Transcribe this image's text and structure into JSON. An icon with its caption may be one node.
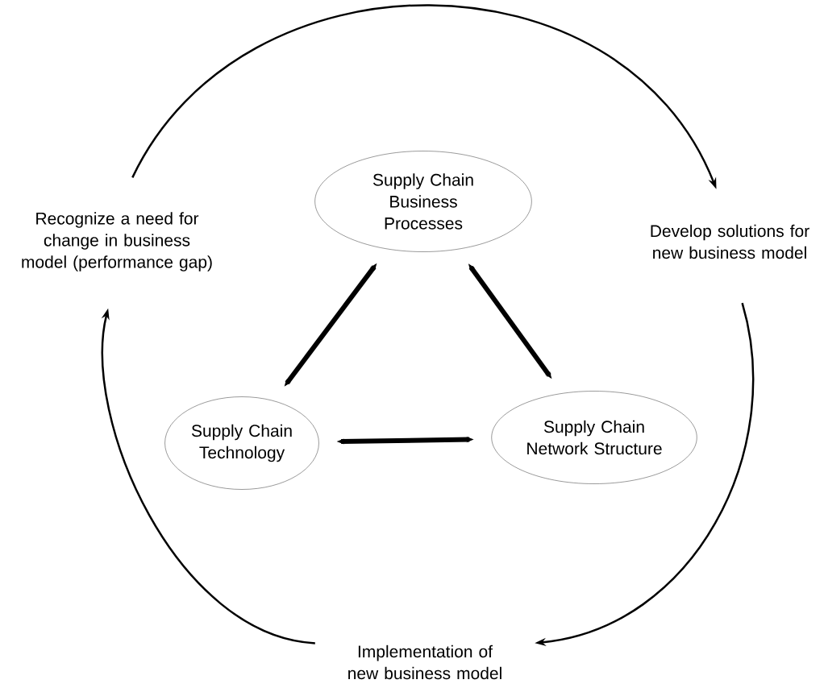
{
  "diagram": {
    "nodes": [
      {
        "text": [
          "Supply Chain Business Processes"
        ]
      },
      {
        "text": [
          "Supply Chain Technology"
        ]
      },
      {
        "text": [
          "Supply Chain Network Structure"
        ]
      },
      {
        "text": [
          "Recognize a need for change in business model (performance gap)"
        ]
      },
      {
        "text": [
          "Develop solutions for new business model"
        ]
      },
      {
        "text": [
          "Implementation of new business model"
        ]
      }
    ],
    "edges": [
      {
        "from": 0,
        "to": 1,
        "arrow": "both",
        "style": "thick"
      },
      {
        "from": 0,
        "to": 2,
        "arrow": "both",
        "style": "thick"
      },
      {
        "from": 1,
        "to": 2,
        "arrow": "both",
        "style": "thick"
      },
      {
        "from": 3,
        "to": 4,
        "arrow": "to"
      },
      {
        "from": 4,
        "to": 5,
        "arrow": "to"
      },
      {
        "from": 5,
        "to": 3,
        "arrow": "to"
      }
    ]
  }
}
